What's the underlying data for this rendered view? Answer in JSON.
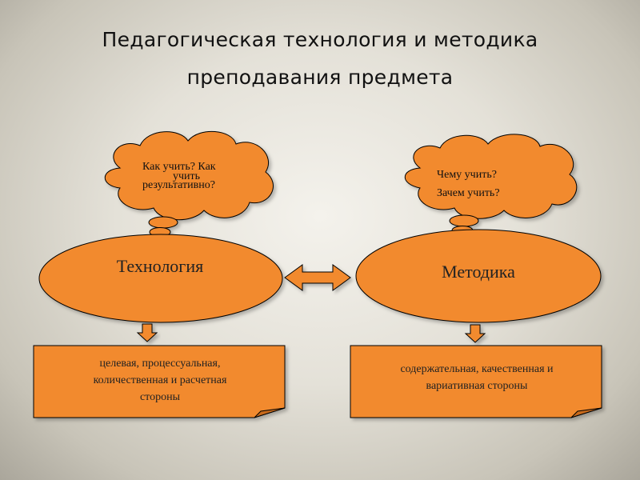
{
  "title": {
    "line1": "Педагогическая технология и методика",
    "line2": "преподавания предмета"
  },
  "left": {
    "cloud_line1": "Как учить? Как",
    "cloud_line2": "учить",
    "cloud_line3": "результативно?",
    "ellipse_label": "Технология",
    "box_line1": "целевая, процессуальная,",
    "box_line2": "количественная и расчетная",
    "box_line3": "стороны"
  },
  "right": {
    "cloud_line1": "Чему учить?",
    "cloud_line2": "Зачем учить?",
    "ellipse_label": "Методика",
    "box_line1": "содержательная, качественная и",
    "box_line2": "вариативная стороны"
  },
  "colors": {
    "fill": "#f28a2e",
    "stroke": "#000000"
  }
}
